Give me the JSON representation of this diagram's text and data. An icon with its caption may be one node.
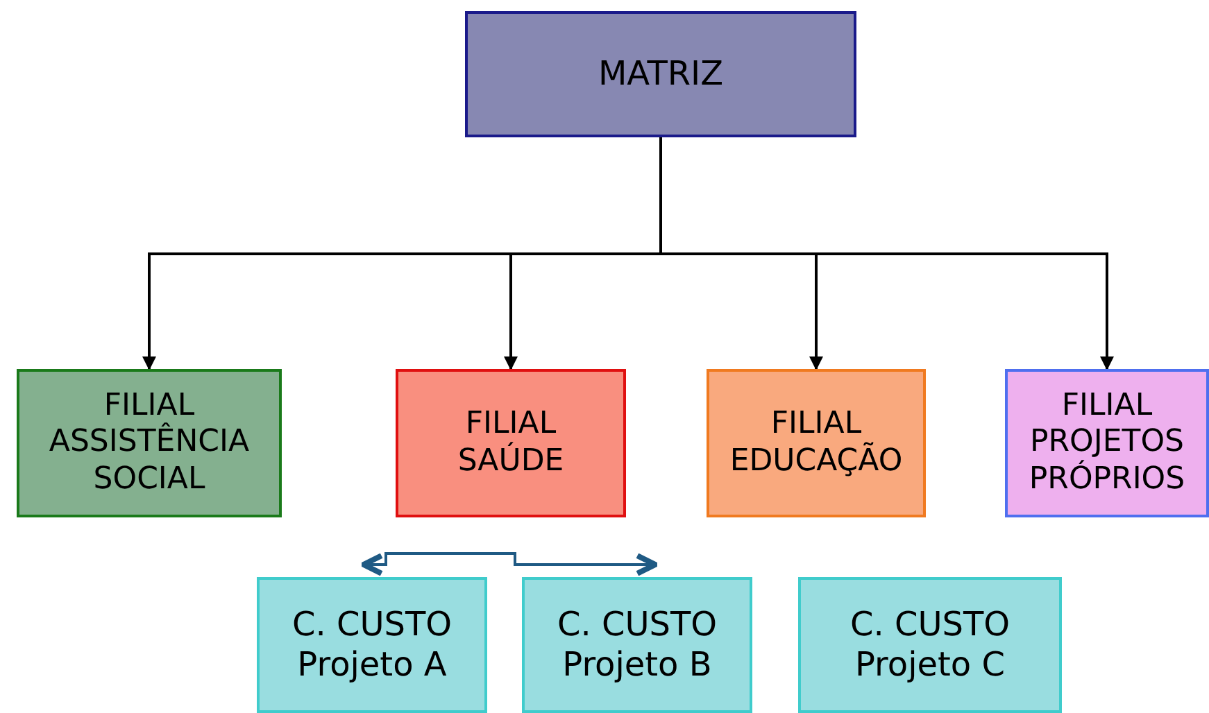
{
  "diagram": {
    "nodes": [
      {
        "text": [
          "MATRIZ"
        ]
      },
      {
        "text": [
          "FILIAL ASSISTÊNCIA SOCIAL"
        ]
      },
      {
        "text": [
          "FILIAL SAÚDE"
        ]
      },
      {
        "text": [
          "FILIAL EDUCAÇÃO"
        ]
      },
      {
        "text": [
          "FILIAL PROJETOS PRÓPRIOS"
        ]
      },
      {
        "text": [
          "C. CUSTO Projeto A"
        ]
      },
      {
        "text": [
          "C. CUSTO Projeto B"
        ]
      },
      {
        "text": [
          "C. CUSTO Projeto C"
        ]
      }
    ],
    "edges": [
      {
        "from": 0,
        "to": 1,
        "arrow": "to"
      },
      {
        "from": 0,
        "to": 2,
        "arrow": "to"
      },
      {
        "from": 0,
        "to": 3,
        "arrow": "to"
      },
      {
        "from": 0,
        "to": 4,
        "arrow": "to"
      },
      {
        "from": 5,
        "to": 6,
        "arrow": "both",
        "color": "#1f5a84"
      }
    ]
  }
}
